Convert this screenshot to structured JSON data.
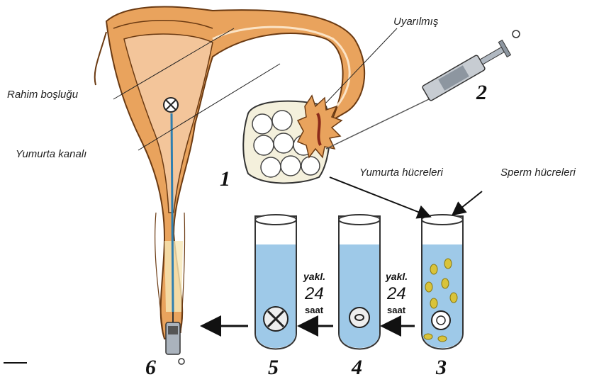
{
  "labels": {
    "uyarilmis": "Uyarılmış",
    "rahim_boslugu": "Rahim boşluğu",
    "yumurta_kanali": "Yumurta kanalı",
    "yumurta_hucreleri": "Yumurta hücreleri",
    "sperm_hucreleri": "Sperm hücreleri"
  },
  "steps": [
    "1",
    "2",
    "3",
    "4",
    "5",
    "6"
  ],
  "durations": [
    {
      "line1": "yakl.",
      "line2": "24",
      "line3": "saat"
    },
    {
      "line1": "yakl.",
      "line2": "24",
      "line3": "saat"
    }
  ],
  "colors": {
    "uterus": "#e9a35d",
    "uterus_inner": "#f3c59a",
    "ovary": "#f4f0dc",
    "liquid": "#9ec9e8",
    "catheter": "#2f7fb0",
    "sperm": "#d9c33a"
  }
}
